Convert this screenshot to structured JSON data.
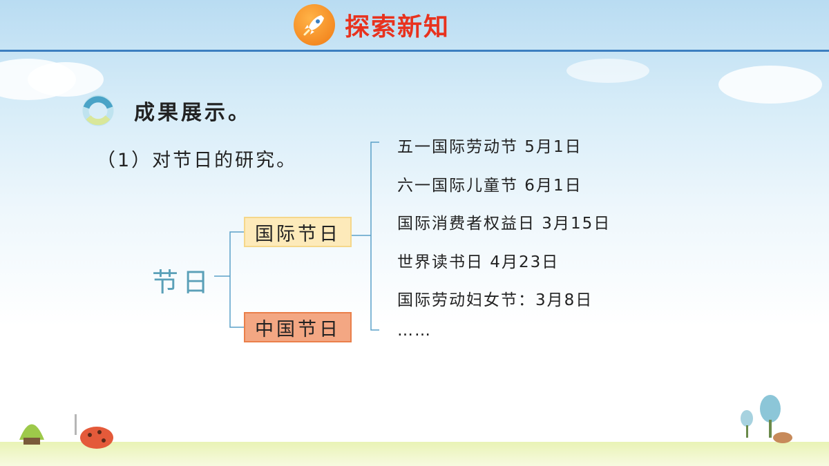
{
  "header": {
    "title": "探索新知",
    "icon": "rocket-icon"
  },
  "section": {
    "title": "成果展示。",
    "icon": "ring-icon"
  },
  "subtitle": "（1）对节日的研究。",
  "diagram": {
    "root": "节日",
    "branches": [
      {
        "label": "国际节日",
        "color": "#fdeaba"
      },
      {
        "label": "中国节日",
        "color": "#f3a783"
      }
    ],
    "items": [
      "五一国际劳动节   5月1日",
      "六一国际儿童节   6月1日",
      "国际消费者权益日 3月15日",
      "世界读书日 4月23日",
      "国际劳动妇女节：3月8日",
      "……"
    ]
  },
  "colors": {
    "accent": "#e8321e",
    "line": "#5aa0c8",
    "topbar": "#3c7fc0"
  }
}
